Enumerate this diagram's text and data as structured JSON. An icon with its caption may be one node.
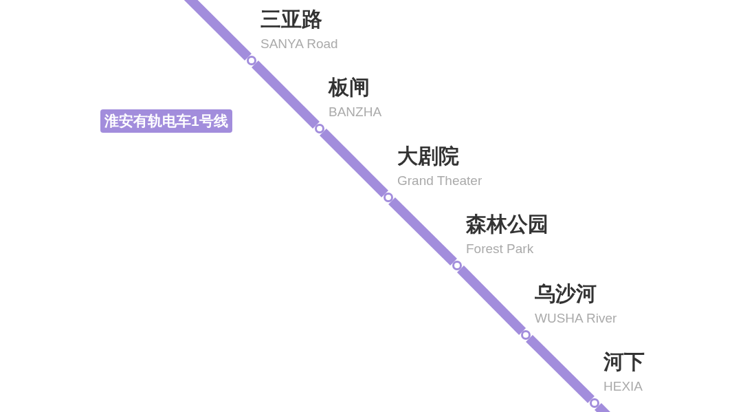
{
  "diagram": {
    "nodes": [
      {
        "text": [],
        "shape": "circle",
        "beside": [
          "三亚路",
          "SANYA Road"
        ]
      },
      {
        "text": [],
        "shape": "circle",
        "beside": [
          "板闸",
          "BANZHA"
        ]
      },
      {
        "text": [],
        "shape": "circle",
        "beside": [
          "大剧院",
          "Grand Theater"
        ]
      },
      {
        "text": [],
        "shape": "circle",
        "beside": [
          "森林公园",
          "Forest Park"
        ]
      },
      {
        "text": [],
        "shape": "circle",
        "beside": [
          "乌沙河",
          "WUSHA River"
        ]
      },
      {
        "text": [],
        "shape": "circle",
        "beside": [
          "河下",
          "HEXIA"
        ]
      },
      {
        "text": [
          "淮安有轨电车1号线"
        ]
      }
    ],
    "edges": [
      {
        "from": null,
        "to": 0,
        "arrow": "none"
      },
      {
        "from": 0,
        "to": 1,
        "arrow": "none"
      },
      {
        "from": 1,
        "to": 2,
        "arrow": "none"
      },
      {
        "from": 2,
        "to": 3,
        "arrow": "none"
      },
      {
        "from": 3,
        "to": 4,
        "arrow": "none"
      },
      {
        "from": 4,
        "to": 5,
        "arrow": "none"
      },
      {
        "from": 5,
        "to": null,
        "arrow": "none"
      }
    ]
  }
}
